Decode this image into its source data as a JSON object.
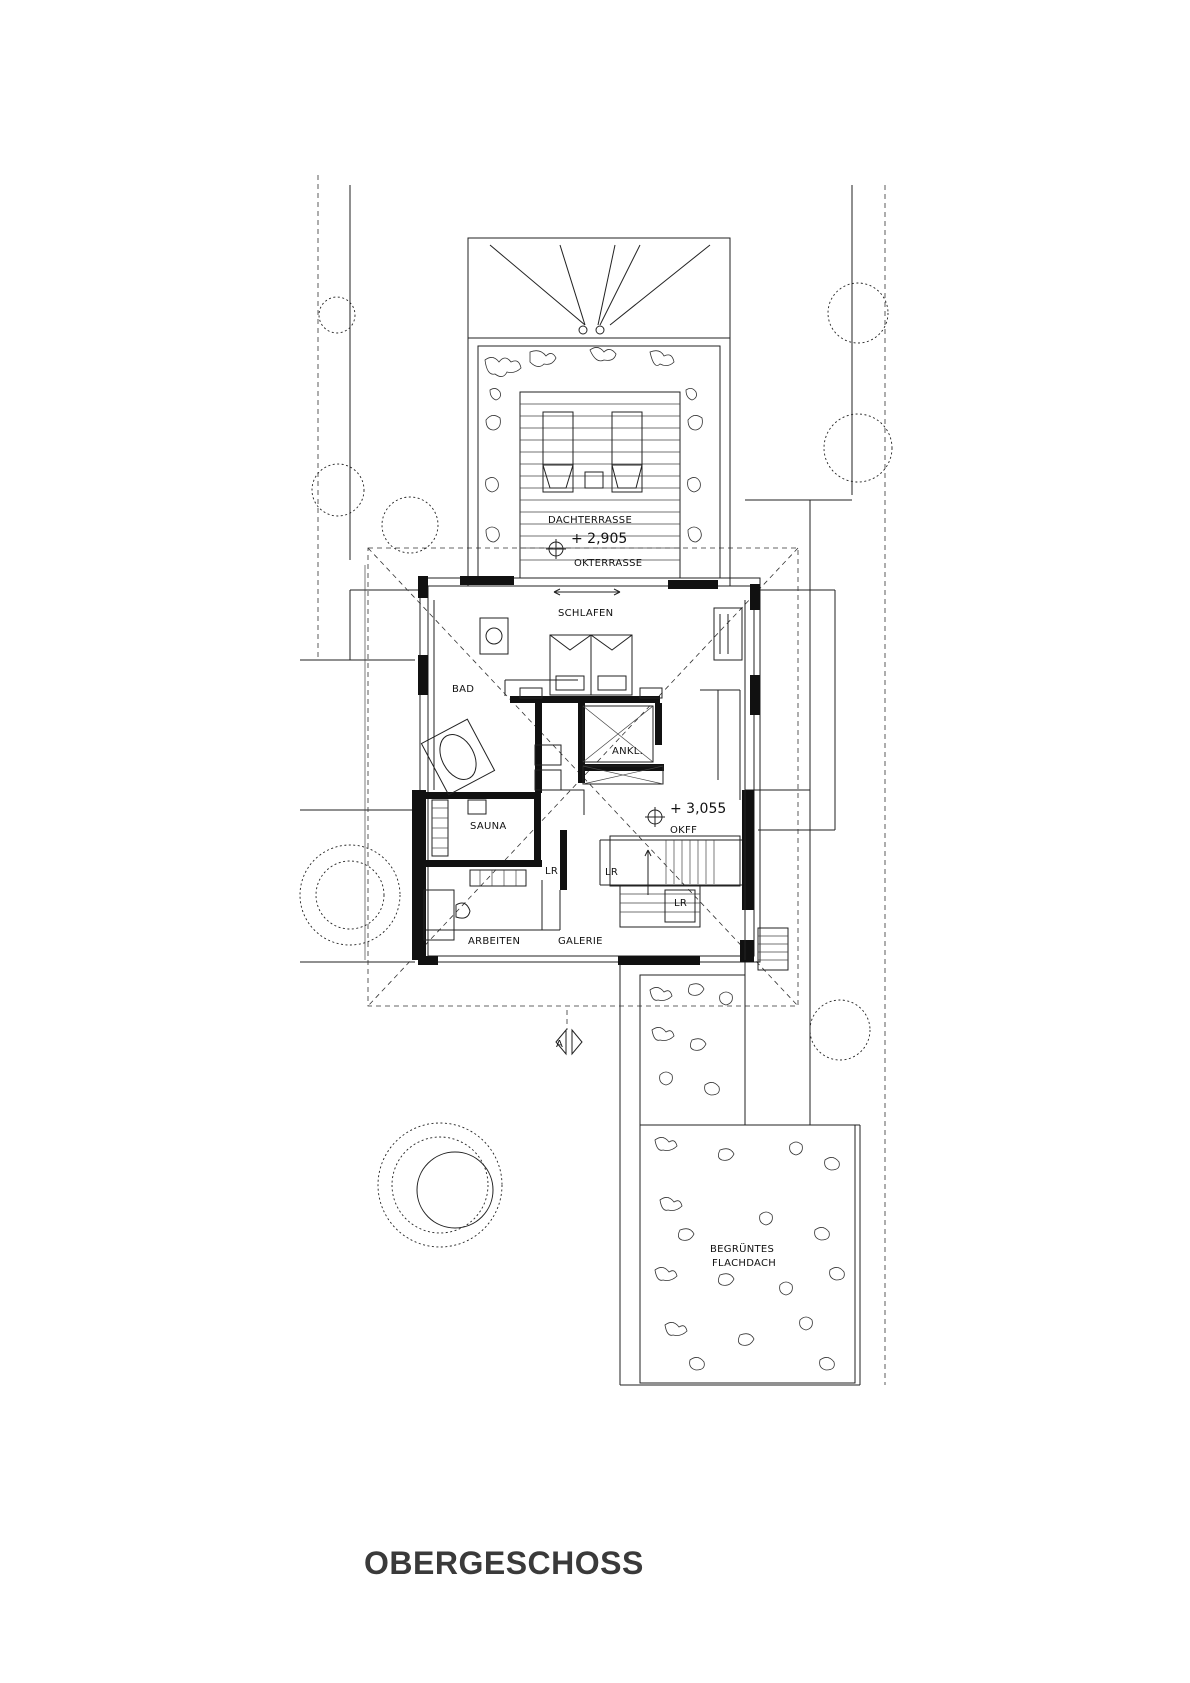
{
  "drawing": {
    "title": "OBERGESCHOSS",
    "rooms": {
      "dachterrasse": "DACHTERRASSE",
      "schlafen": "SCHLAFEN",
      "bad": "BAD",
      "ankl": "ANKL.",
      "sauna": "SAUNA",
      "arbeiten": "ARBEITEN",
      "galerie": "GALERIE",
      "lr_1": "LR",
      "lr_2": "LR",
      "lr_3": "LR",
      "begruentes_line1": "BEGRÜNTES",
      "begruentes_line2": "FLACHDACH"
    },
    "levels": {
      "terrace_value": "+ 2,905",
      "terrace_ref": "OKTERRASSE",
      "floor_value": "+ 3,055",
      "floor_ref": "OKFF"
    },
    "section_marker": "A"
  }
}
